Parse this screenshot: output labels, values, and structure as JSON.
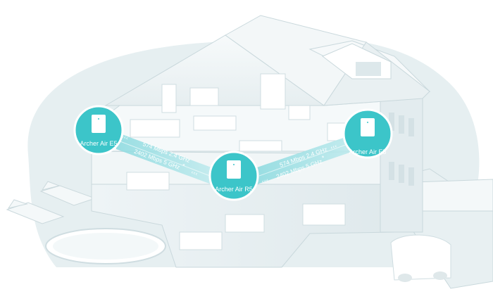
{
  "devices": {
    "left": {
      "name": "Archer Air E5",
      "icon": "router-icon"
    },
    "center": {
      "name": "Archer Air R5",
      "icon": "router-icon"
    },
    "right": {
      "name": "Archer Air E5",
      "icon": "router-icon"
    }
  },
  "links": {
    "left_top": "574 Mbps 2.4 GHz",
    "left_bottom": "2402 Mbps 5 GHz",
    "right_top": "574 Mbps 2.4 GHz",
    "right_bottom": "2402 Mbps 5 GHz",
    "footnote_marker": "*",
    "arrow_glyph": "‹‹‹"
  },
  "colors": {
    "accent": "#3cc5c9",
    "house": "#eef4f5",
    "house_edge": "#c9d8dc",
    "backdrop": "#e4eef0",
    "beam": "#9fe0e4"
  }
}
